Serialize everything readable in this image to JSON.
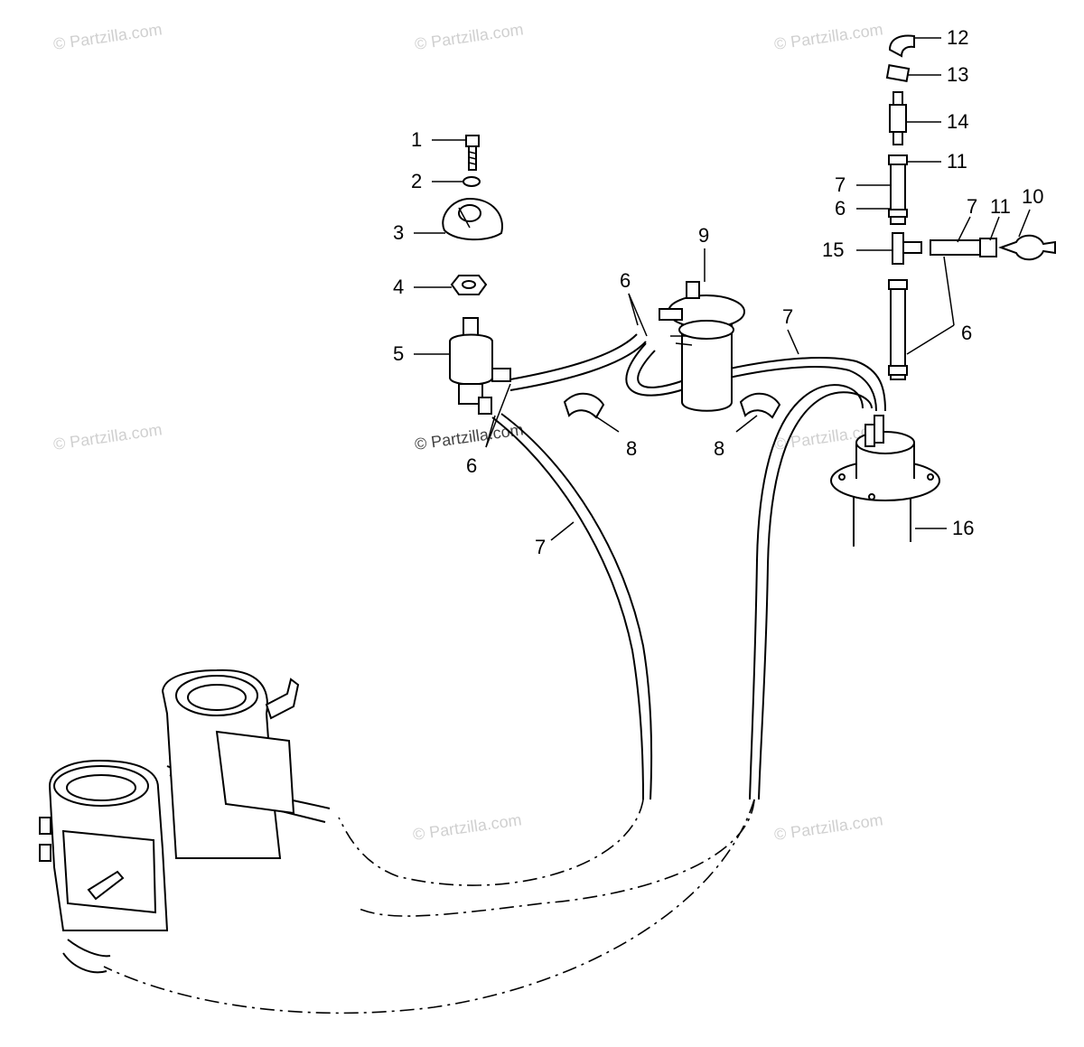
{
  "watermark": "© Partzilla.com",
  "callouts": {
    "c1": "1",
    "c2": "2",
    "c3": "3",
    "c4": "4",
    "c5": "5",
    "c6a": "6",
    "c6b": "6",
    "c6c": "6",
    "c6d": "6",
    "c7a": "7",
    "c7b": "7",
    "c7c": "7",
    "c7d": "7",
    "c8a": "8",
    "c8b": "8",
    "c9": "9",
    "c10": "10",
    "c11a": "11",
    "c11b": "11",
    "c12": "12",
    "c13": "13",
    "c14": "14",
    "c15": "15",
    "c16": "16"
  }
}
